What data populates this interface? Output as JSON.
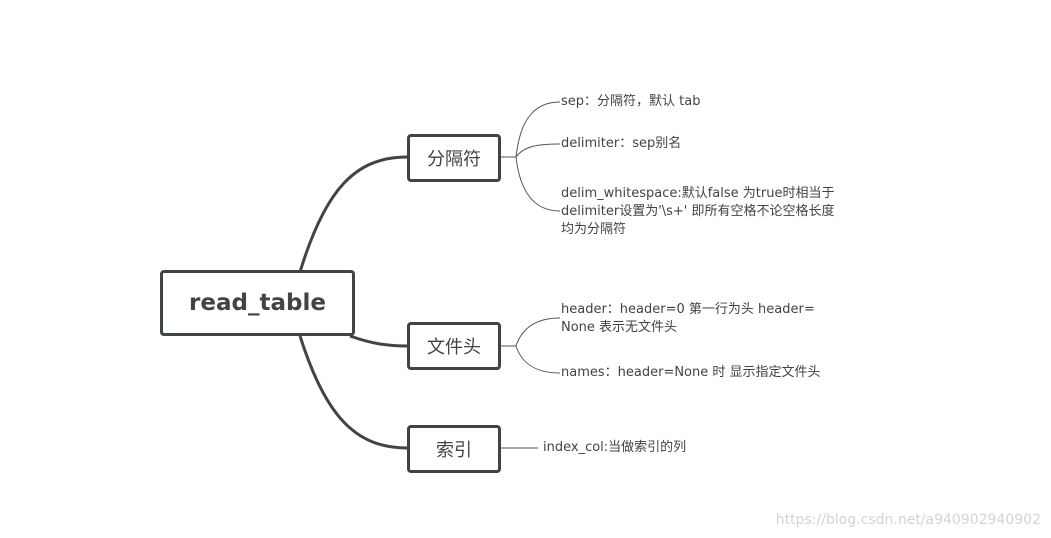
{
  "root": {
    "label": "read_table"
  },
  "branches": [
    {
      "label": "分隔符",
      "leaves": [
        {
          "lines": [
            "sep：分隔符，默认 tab"
          ]
        },
        {
          "lines": [
            "delimiter：sep别名"
          ]
        },
        {
          "lines": [
            "delim_whitespace:默认false 为true时相当于",
            "delimiter设置为'\\s+' 即所有空格不论空格长度",
            "均为分隔符"
          ]
        }
      ]
    },
    {
      "label": "文件头",
      "leaves": [
        {
          "lines": [
            "header：header=0 第一行为头 header=",
            "None 表示无文件头"
          ]
        },
        {
          "lines": [
            "names：header=None 时 显示指定文件头"
          ]
        }
      ]
    },
    {
      "label": "索引",
      "leaves": [
        {
          "lines": [
            "index_col:当做索引的列"
          ]
        }
      ]
    }
  ],
  "watermark": "https://blog.csdn.net/a940902940902",
  "colors": {
    "node_border": "#3f4449",
    "main_connector": "#3f4449",
    "leaf_connector": "#555555",
    "leaf_text": "#3f4449",
    "watermark": "#d4d4d4"
  }
}
